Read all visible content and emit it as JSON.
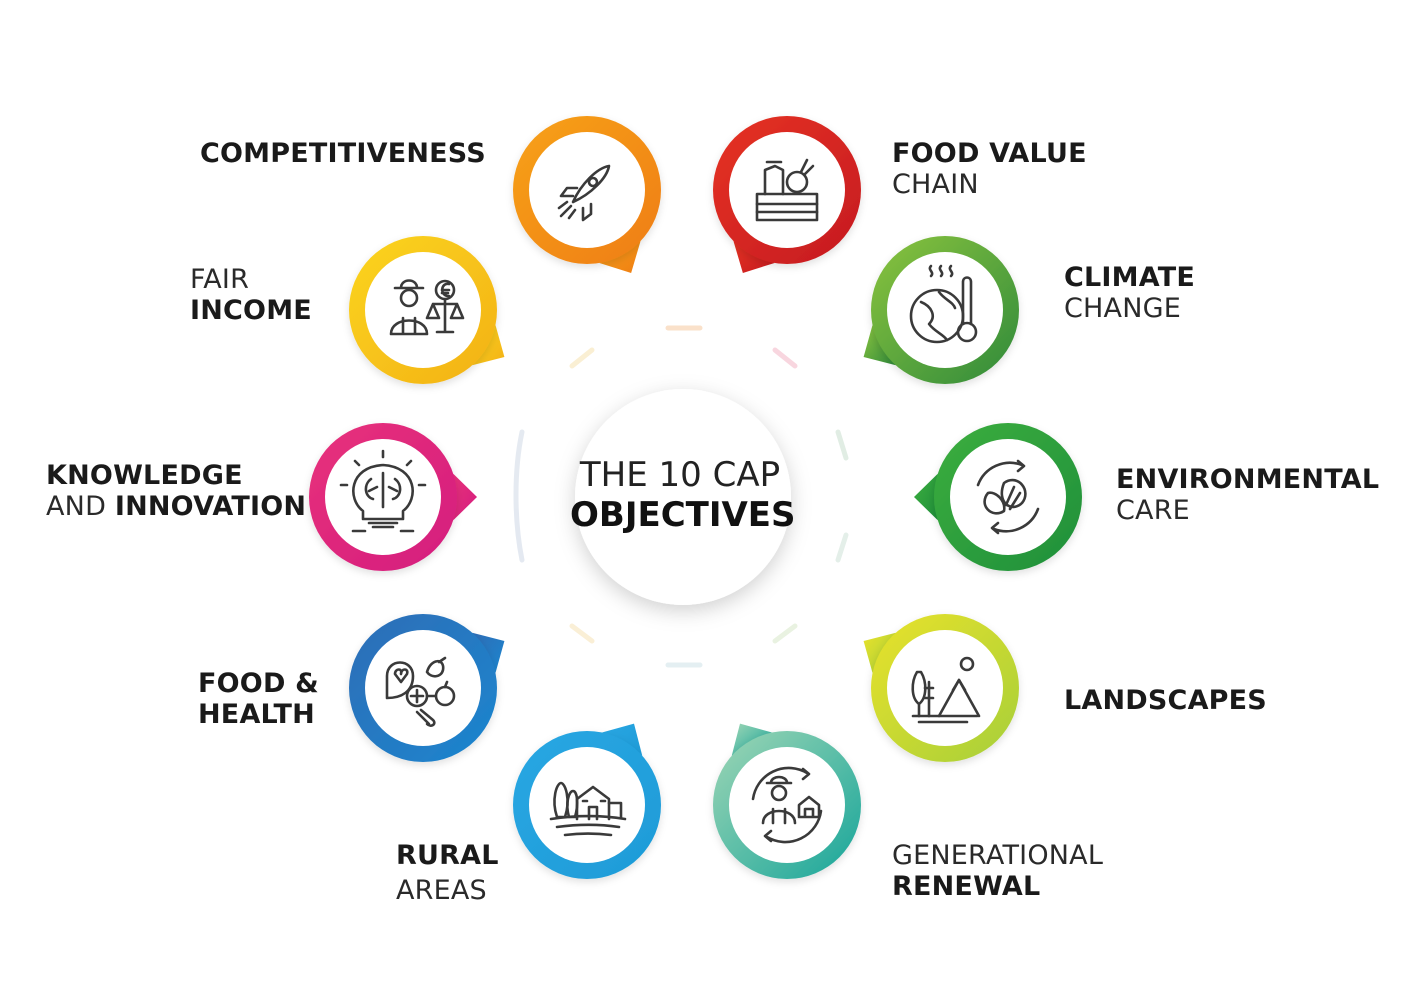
{
  "center": {
    "line1": "THE 10 CAP",
    "line2": "OBJECTIVES"
  },
  "objectives": [
    {
      "id": "competitiveness",
      "icon": "rocket-icon",
      "color_a": "#f7a21b",
      "color_b": "#ef7d12",
      "label": [
        {
          "text": "COMPETITIVENESS",
          "bold": true
        }
      ]
    },
    {
      "id": "food-value-chain",
      "icon": "produce-crate-icon",
      "color_a": "#e63323",
      "color_b": "#c51a1f",
      "label": [
        {
          "text": "FOOD VALUE",
          "bold": true
        },
        {
          "text": "CHAIN",
          "bold": false
        }
      ]
    },
    {
      "id": "climate-change",
      "icon": "globe-thermometer-icon",
      "color_a": "#8bc43f",
      "color_b": "#2f8a3a",
      "label": [
        {
          "text": "CLIMATE",
          "bold": true
        },
        {
          "text": "CHANGE",
          "bold": false
        }
      ]
    },
    {
      "id": "environmental-care",
      "icon": "bee-cycle-icon",
      "color_a": "#3cae3f",
      "color_b": "#1f8f3a",
      "label": [
        {
          "text": "ENVIRONMENTAL",
          "bold": true
        },
        {
          "text": "CARE",
          "bold": false
        }
      ]
    },
    {
      "id": "landscapes",
      "icon": "tree-mountain-icon",
      "color_a": "#e9e22a",
      "color_b": "#a6cf3a",
      "label": [
        {
          "text": "LANDSCAPES",
          "bold": true
        }
      ]
    },
    {
      "id": "generational-renewal",
      "icon": "farmer-cycle-icon",
      "color_a": "#9fd6b5",
      "color_b": "#16a59a",
      "label": [
        {
          "text": "GENERATIONAL",
          "bold": false
        },
        {
          "text": "RENEWAL",
          "bold": true
        }
      ]
    },
    {
      "id": "rural-areas",
      "icon": "farmhouse-field-icon",
      "color_a": "#2aa7e3",
      "color_b": "#1d9bd7",
      "label": [
        {
          "text": "RURAL",
          "bold": true
        },
        {
          "text": "AREAS",
          "bold": false
        }
      ]
    },
    {
      "id": "food-health",
      "icon": "food-health-icon",
      "color_a": "#2f6db6",
      "color_b": "#1b86cf",
      "label": [
        {
          "text": "FOOD &",
          "bold": true
        },
        {
          "text": "HEALTH",
          "bold": true
        }
      ]
    },
    {
      "id": "knowledge-innovation",
      "icon": "lightbulb-brain-icon",
      "color_a": "#e8327a",
      "color_b": "#d41c7f",
      "label": [
        {
          "text": "KNOWLEDGE",
          "bold": true
        },
        {
          "text": "AND ",
          "bold": false,
          "inline_next": "INNOVATION"
        }
      ]
    },
    {
      "id": "fair-income",
      "icon": "farmer-scales-icon",
      "color_a": "#fbd51f",
      "color_b": "#f3b116",
      "label": [
        {
          "text": "FAIR",
          "bold": false
        },
        {
          "text": "INCOME",
          "bold": true
        }
      ]
    }
  ]
}
